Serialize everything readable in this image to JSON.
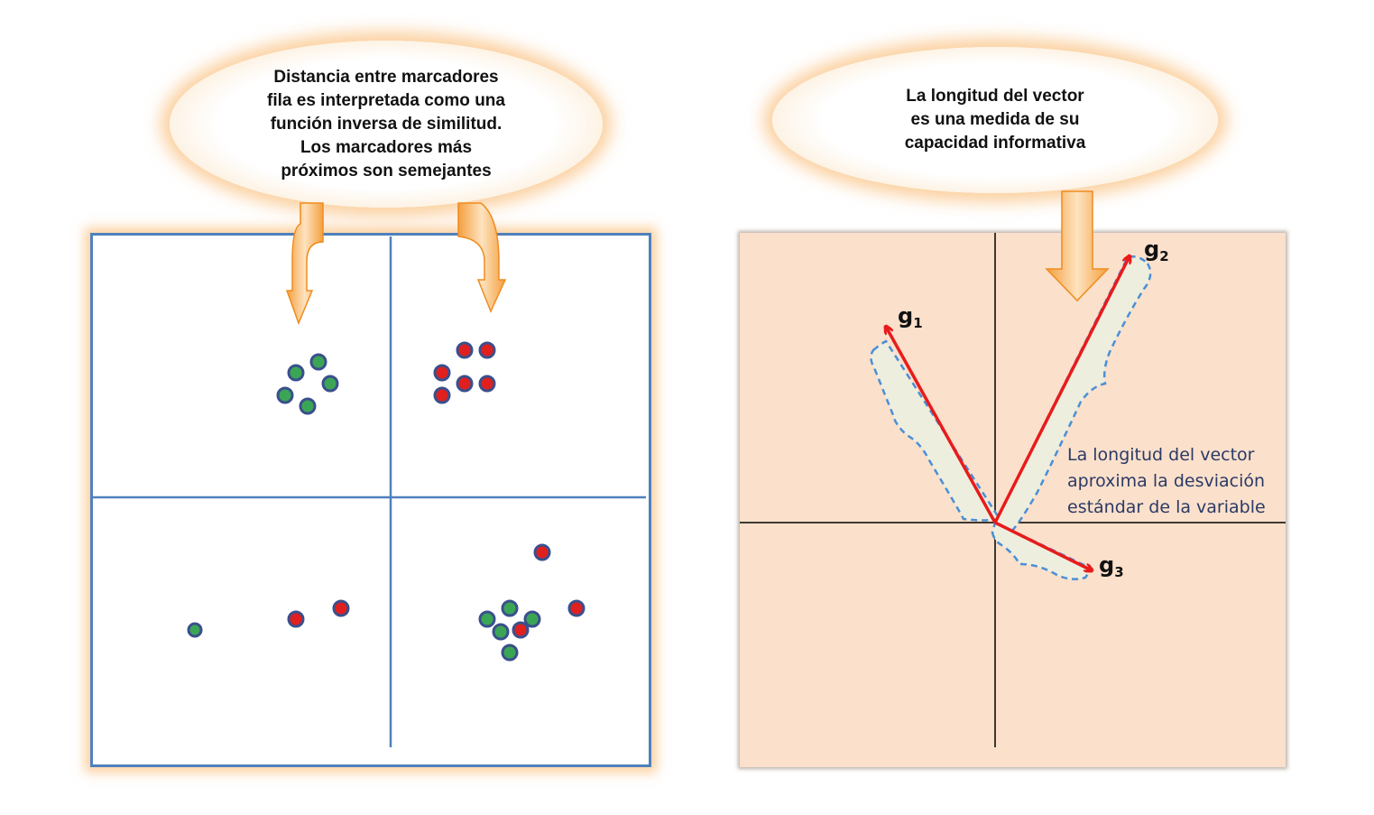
{
  "left_callout": {
    "text": "Distancia entre marcadores\nfila es interpretada como una\nfunción inversa de similitud.\nLos marcadores más\npróximos son semejantes"
  },
  "right_callout": {
    "text": "La longitud del vector\nes una medida de su\ncapacidad informativa"
  },
  "right_note": {
    "text": "La longitud del vector\naproxima la desviación\nestándar de la variable"
  },
  "vectors": [
    {
      "label": "g",
      "sub": "1"
    },
    {
      "label": "g",
      "sub": "2"
    },
    {
      "label": "g",
      "sub": "3"
    }
  ],
  "colors": {
    "panel_border": "#4f81bd",
    "glow": "#f7a850",
    "marker_green": "#3aa655",
    "marker_red": "#e0201e",
    "marker_outline": "#3b4f8c",
    "vector": "#e81b1b",
    "bracket": "#4a8fd6",
    "right_panel_bg": "#fbe0cb"
  }
}
